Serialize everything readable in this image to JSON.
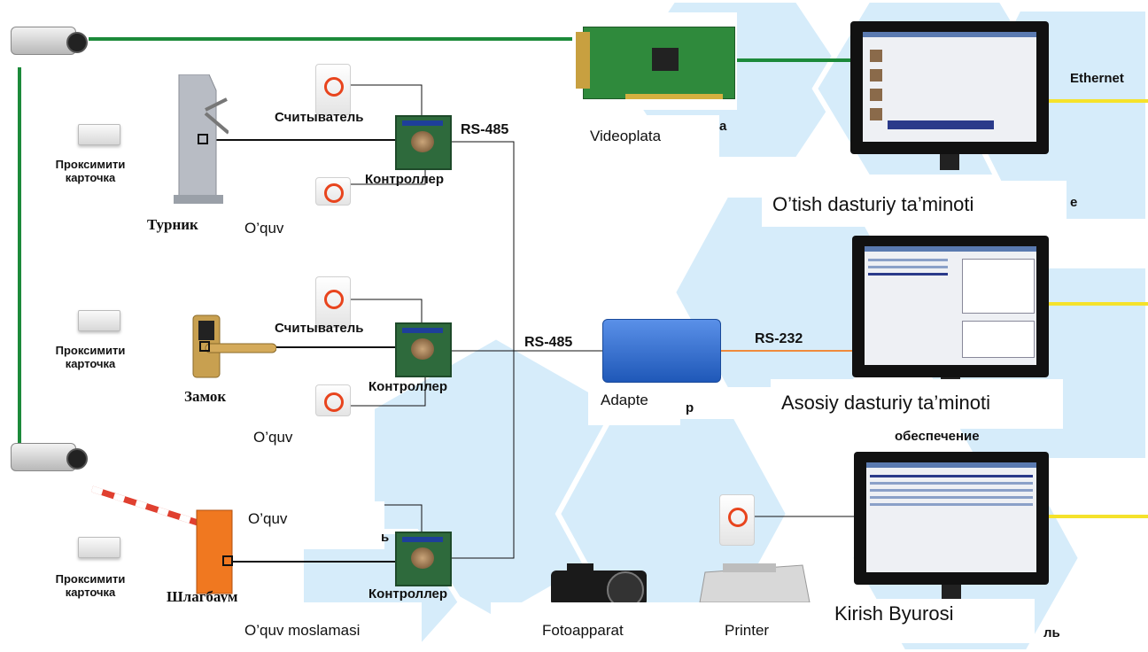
{
  "colors": {
    "camera_line": "#1c8a3a",
    "ethernet_line": "#f5e22a",
    "rs232_line": "#f08a3c",
    "signal_line": "#111111",
    "hex_bg": "#d6ecfa",
    "adapter": "#2f6fd0",
    "reader_ring": "#e8441d"
  },
  "icons": [
    "camera-icon",
    "turnstile-icon",
    "lock-icon",
    "barrier-icon",
    "proximity-card-icon",
    "reader-icon",
    "controller-icon",
    "video-card-icon",
    "adapter-icon",
    "monitor-icon",
    "photo-camera-icon",
    "printer-icon"
  ],
  "labels": {
    "ethernet": "Ethernet",
    "rs485_top": "RS-485",
    "rs485_mid": "RS-485",
    "rs232": "RS-232",
    "videoplata": "Videoplata",
    "videoplata_frag": "a",
    "otish": "O’tish dasturiy ta’minoti",
    "otish_frag": "e",
    "asosiy": "Asosiy dasturiy ta’minoti",
    "obespechenie": "обеспечение",
    "kirish": "Kirish Byurosi",
    "kirish_frag": "ль",
    "adapte": "Adapte",
    "adapte_frag": "р",
    "fotoapparat": "Fotoapparat",
    "printer": "Printer",
    "oquv_moslamasi": "O’quv moslamasi",
    "oquv_1": "O’quv",
    "oquv_2": "O’quv",
    "oquv_3": "O’quv",
    "schityvatel_1": "Считыватель",
    "schityvatel_2": "Считыватель",
    "schityvatel_3_frag": "ь",
    "kontroller_1": "Контроллер",
    "kontroller_2": "Контроллер",
    "kontroller_3": "Контроллер",
    "proximity_1": "Проксимити карточка",
    "proximity_2": "Проксимити карточка",
    "proximity_3": "Проксимити карточка",
    "turnik": "Турник",
    "zamok": "Замок",
    "shlagbaum": "Шлагбаум"
  }
}
